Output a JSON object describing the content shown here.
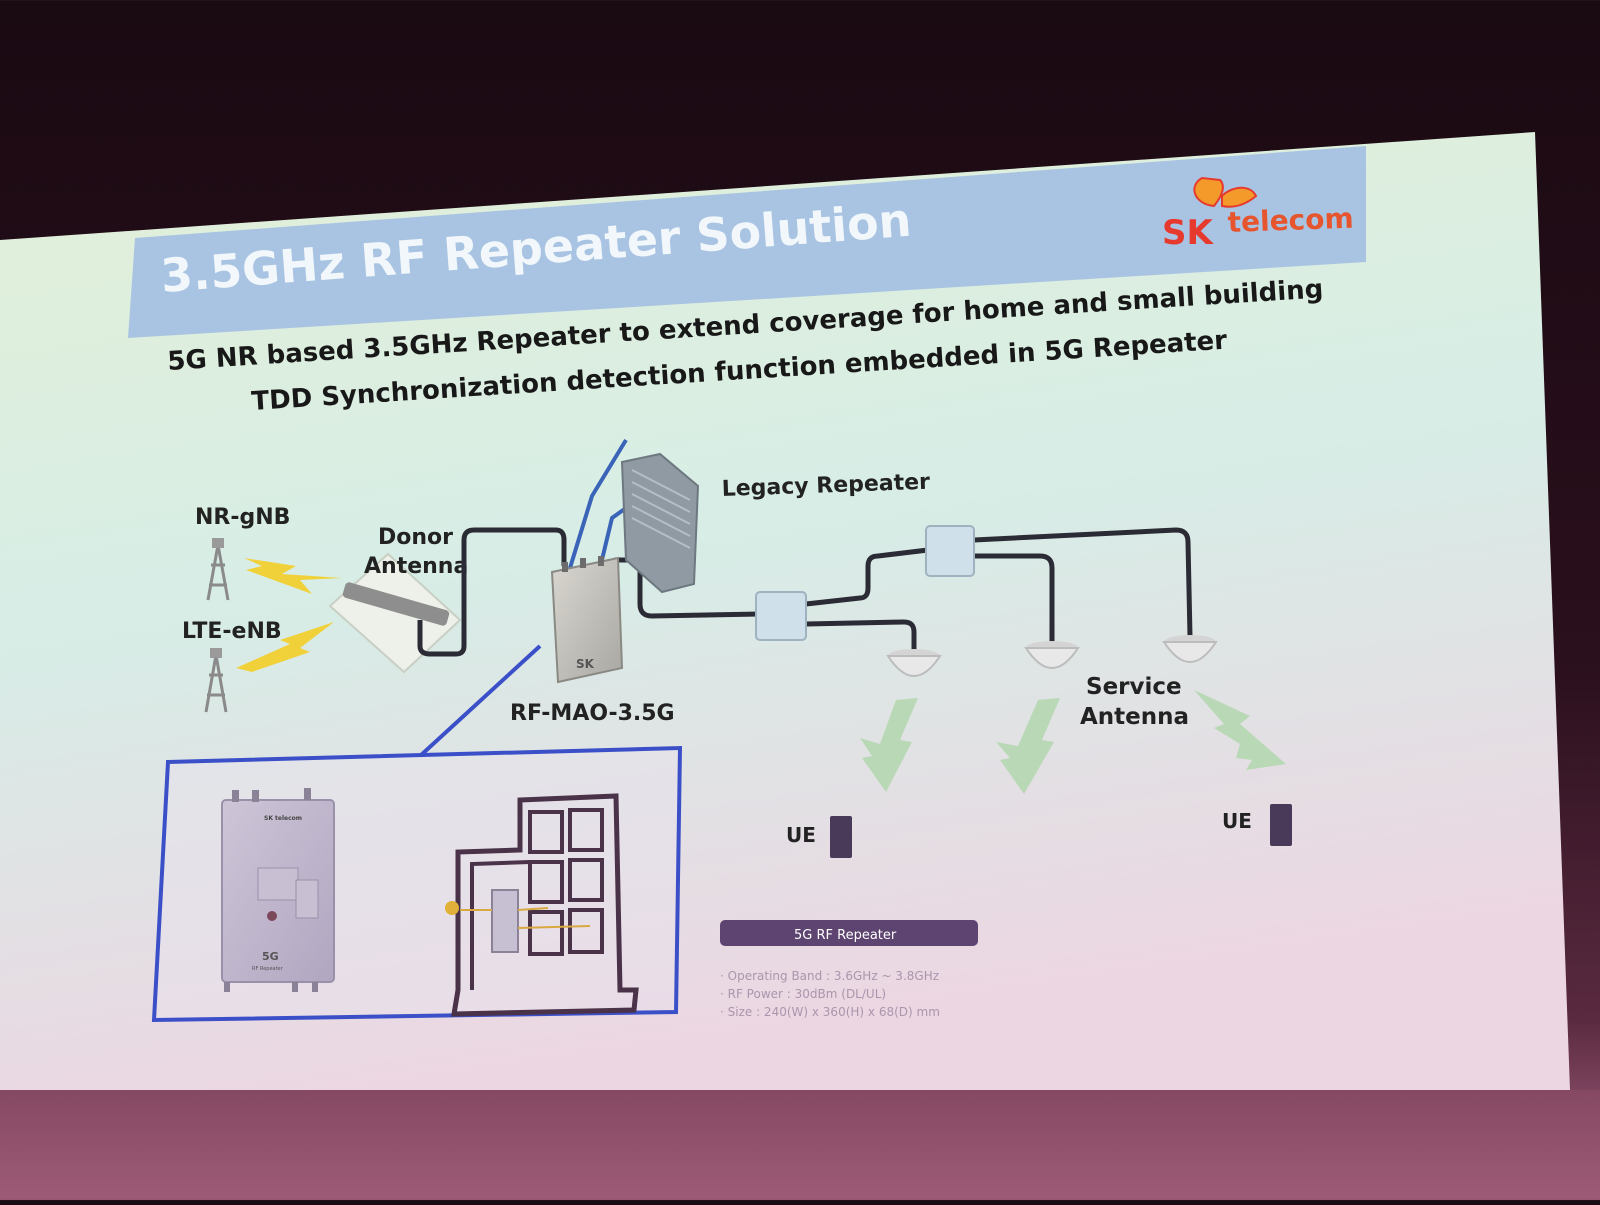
{
  "slide": {
    "title": "3.5GHz RF Repeater Solution",
    "logo": {
      "brand": "SK",
      "word": "telecom"
    },
    "subtitle_line1": "5G NR based 3.5GHz Repeater to extend coverage for home and small building",
    "subtitle_line2": "TDD Synchronization detection function embedded in 5G Repeater"
  },
  "diagram": {
    "labels": {
      "nr_gnb": "NR-gNB",
      "lte_enb": "LTE-eNB",
      "donor_antenna_1": "Donor",
      "donor_antenna_2": "Antenna",
      "legacy_repeater": "Legacy Repeater",
      "rf_mao": "RF-MAO-3.5G",
      "service_antenna_1": "Service",
      "service_antenna_2": "Antenna",
      "ue_left": "UE",
      "ue_right": "UE"
    },
    "device_marks": {
      "rf_mao_logo": "SK",
      "inset_logo": "SK telecom",
      "inset_badge": "5G",
      "inset_badge_sub": "RF Repeater"
    },
    "spec_box": {
      "title": "5G RF Repeater",
      "lines": [
        "· Operating Band : 3.6GHz ~ 3.8GHz",
        "· RF Power : 30dBm (DL/UL)",
        "· Size : 240(W) x 360(H) x 68(D) mm"
      ]
    }
  },
  "colors": {
    "title_band": "#a9c4e2",
    "title_text": "#f2f7fb",
    "brand_red": "#e63a2e",
    "brand_orange": "#f39a2a",
    "cable": "#2b2b35",
    "inset_border": "#3b50c8",
    "spec_box": "#5e4470",
    "lightning": "#f1d13a",
    "signal_green": "#b9d8b6"
  }
}
